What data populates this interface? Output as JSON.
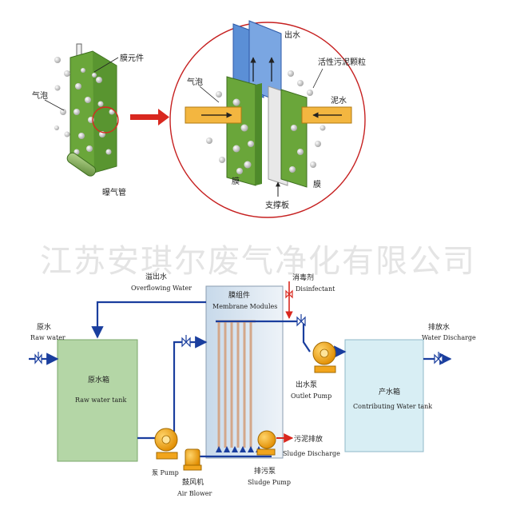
{
  "top": {
    "membrane_element": "膜元件",
    "air_bubble_left": "气泡",
    "aeration_pipe": "曝气管",
    "water_out": "出水",
    "activated_sludge": "活性污泥颗粒",
    "air_bubble_right": "气泡",
    "sludge_water": "泥水",
    "membrane_left": "膜",
    "membrane_right": "膜",
    "support_plate": "支撑板"
  },
  "watermark": "江苏安琪尔废气净化有限公司",
  "bottom": {
    "raw_water_cn": "原水",
    "raw_water_en": "Raw water",
    "overflow_cn": "溢出水",
    "overflow_en": "Overflowing Water",
    "membrane_modules_cn": "膜组件",
    "membrane_modules_en": "Membrane Modules",
    "disinfectant_cn": "消毒剂",
    "disinfectant_en": "Disinfectant",
    "raw_tank_cn": "原水箱",
    "raw_tank_en": "Raw water tank",
    "outlet_pump_cn": "出水泵",
    "outlet_pump_en": "Outlet Pump",
    "contrib_tank_cn": "产水箱",
    "contrib_tank_en": "Contributing Water tank",
    "discharge_cn": "排放水",
    "discharge_en": "Water Discharge",
    "pump_label": "泵 Pump",
    "blower_cn": "鼓风机",
    "blower_en": "Air Blower",
    "sludge_discharge_cn": "污泥排放",
    "sludge_discharge_en": "Sludge Discharge",
    "sludge_pump_cn": "排污泵",
    "sludge_pump_en": "Sludge Pump"
  },
  "colors": {
    "membrane_green": "#6aa63a",
    "water_blue": "#5b8fd6",
    "pipe_orange": "#f3b640",
    "pump_orange": "#f2a51c",
    "raw_tank": "#b4d6a6",
    "contrib_tank": "#d8eef4",
    "arrow_red": "#d9281f",
    "pipe_blue": "#1a3e9e"
  }
}
